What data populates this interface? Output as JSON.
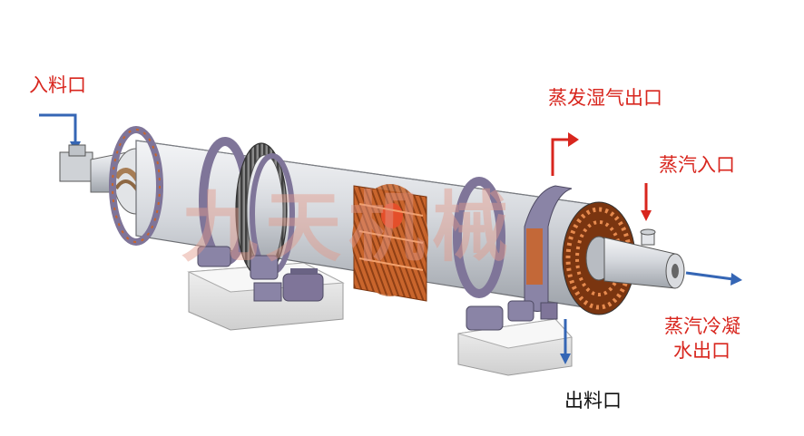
{
  "labels": {
    "feed_inlet": "入料口",
    "vapor_outlet": "蒸发湿气出口",
    "steam_inlet": "蒸汽入口",
    "condensate_line1": "蒸汽冷凝",
    "condensate_line2": "水出口",
    "discharge_outlet": "出料口"
  },
  "watermark": "九天机械",
  "colors": {
    "arrow_blue": "#3566b5",
    "arrow_red": "#d8261e",
    "label_red": "#d8261e",
    "label_black": "#111111",
    "drum_gray": "#cfd3d8",
    "ring_purple": "#7f7599",
    "tube_orange": "#c9652c",
    "base_gray": "#e7e7e7"
  }
}
